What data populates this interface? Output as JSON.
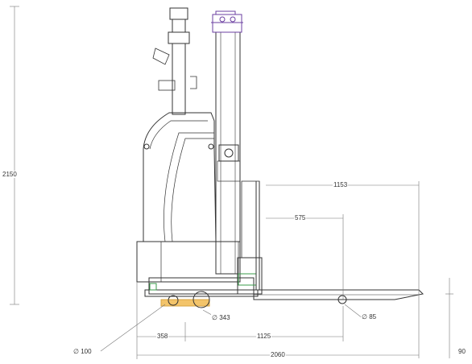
{
  "dimensions": {
    "overall_height": "2150",
    "fork_length": "1153",
    "load_center": "575",
    "drive_wheel_diameter": "∅ 343",
    "load_wheel_diameter": "∅ 85",
    "caster_wheel_diameter": "∅ 100",
    "front_overhang": "358",
    "wheelbase": "1125",
    "overall_length": "2060",
    "fork_height": "90"
  },
  "colors": {
    "line": "#333333",
    "dim_line": "#777777",
    "accent_yellow": "#f3c46a",
    "accent_green": "#3a9b4a",
    "accent_purple": "#6b3fa0"
  }
}
